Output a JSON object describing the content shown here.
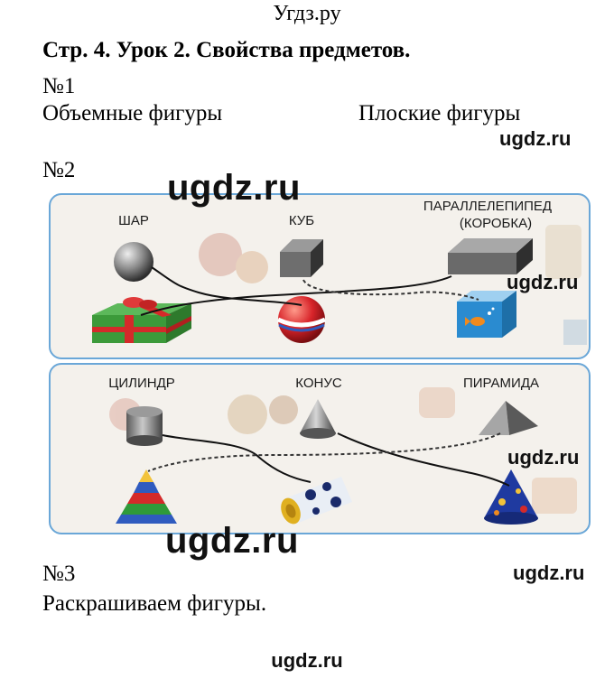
{
  "site_header": "Угдз.ру",
  "lesson_title": "Стр. 4. Урок 2. Свойства предметов.",
  "tasks": {
    "t1": {
      "number": "№1",
      "left_text": "Объемные фигуры",
      "right_text": "Плоские фигуры"
    },
    "t2": {
      "number": "№2"
    },
    "t3": {
      "number": "№3",
      "text": "Раскрашиваем фигуры."
    }
  },
  "watermark": "ugdz.ru",
  "figure": {
    "top_panel_labels": {
      "sphere": "ШАР",
      "cube": "КУБ",
      "box_line1": "ПАРАЛЛЕЛЕПИПЕД",
      "box_line2": "(КОРОБКА)"
    },
    "bottom_panel_labels": {
      "cylinder": "ЦИЛИНДР",
      "cone": "КОНУС",
      "pyramid": "ПИРАМИДА"
    },
    "colors": {
      "panel_border": "#6aa7d8",
      "gift_box": "#3c9a3a",
      "ribbon": "#d42a2a",
      "ball": "#d8242a",
      "aquarium": "#2a8bd0"
    }
  }
}
